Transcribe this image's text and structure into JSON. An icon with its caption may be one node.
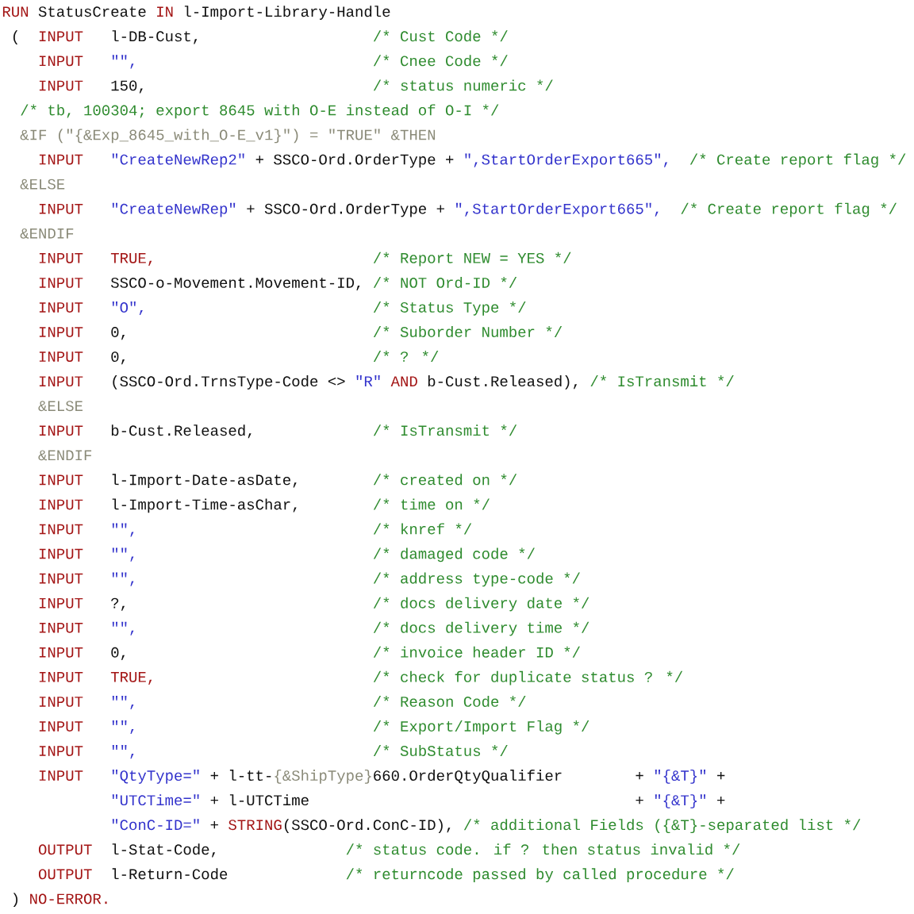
{
  "diagram": {
    "labels": [
      "RUN",
      "StatusCreate",
      "IN",
      "l-Import-Library-Handle",
      "(",
      "INPUT",
      "l-DB-Cust,",
      "/* Cust Code */",
      "INPUT",
      "\"\",",
      "/* Cnee Code */",
      "INPUT",
      "150,",
      "/* status numeric */",
      "/* tb, 100304; export 8645 with O-E instead of O-I */",
      "&IF (\"{&Exp_8645_with_O-E_v1}\") = \"TRUE\" &THEN",
      "INPUT",
      "\"CreateNewRep2\"",
      "+ SSCO-Ord.OrderType +",
      "\",StartOrderExport665\",",
      "/* Create report flag */",
      "&ELSE",
      "INPUT",
      "\"CreateNewRep\"",
      "+ SSCO-Ord.OrderType +",
      "\",StartOrderExport665\",",
      "/* Create report flag */",
      "&ENDIF",
      "INPUT",
      "TRUE,",
      "/* Report NEW = YES */",
      "INPUT",
      "SSCO-o-Movement.Movement-ID,",
      "/* NOT Ord-ID */",
      "INPUT",
      "\"O\",",
      "/* Status Type */",
      "INPUT",
      "0,",
      "/* Suborder Number */",
      "INPUT",
      "0,",
      "/* ? */",
      "INPUT",
      "(SSCO-Ord.TrnsType-Code <>",
      "\"R\"",
      "AND",
      "b-Cust.Released),",
      "/* IsTransmit */",
      "&ELSE",
      "INPUT",
      "b-Cust.Released,",
      "/* IsTransmit */",
      "&ENDIF",
      "INPUT",
      "l-Import-Date-asDate,",
      "/* created on */",
      "INPUT",
      "l-Import-Time-asChar,",
      "/* time on */",
      "INPUT",
      "\"\",",
      "/* knref */",
      "INPUT",
      "\"\",",
      "/* damaged code */",
      "INPUT",
      "\"\",",
      "/* address type-code */",
      "INPUT",
      "?,",
      "/* docs delivery date */",
      "INPUT",
      "\"\",",
      "/* docs delivery time */",
      "INPUT",
      "0,",
      "/* invoice header ID */",
      "INPUT",
      "TRUE,",
      "/* check for duplicate status ? */",
      "INPUT",
      "\"\",",
      "/* Reason Code */",
      "INPUT",
      "\"\",",
      "/* Export/Import Flag */",
      "INPUT",
      "\"\",",
      "/* SubStatus */",
      "INPUT",
      "\"QtyType=\"",
      "+ l-tt-",
      "{&ShipType}",
      "660.OrderQtyQualifier",
      "+",
      "\"{&T}\"",
      "+",
      "\"UTCTime=\"",
      "+ l-UTCTime",
      "+",
      "\"{&T}\"",
      "+",
      "\"ConC-ID=\"",
      "+",
      "STRING",
      "(SSCO-Ord.ConC-ID),",
      "/* additional Fields ({&T}-separated list */",
      "OUTPUT",
      "l-Stat-Code,",
      "/* status code. if ? then status invalid */",
      "OUTPUT",
      "l-Return-Code",
      "/* returncode passed by called procedure */",
      ")",
      "NO-ERROR."
    ]
  }
}
